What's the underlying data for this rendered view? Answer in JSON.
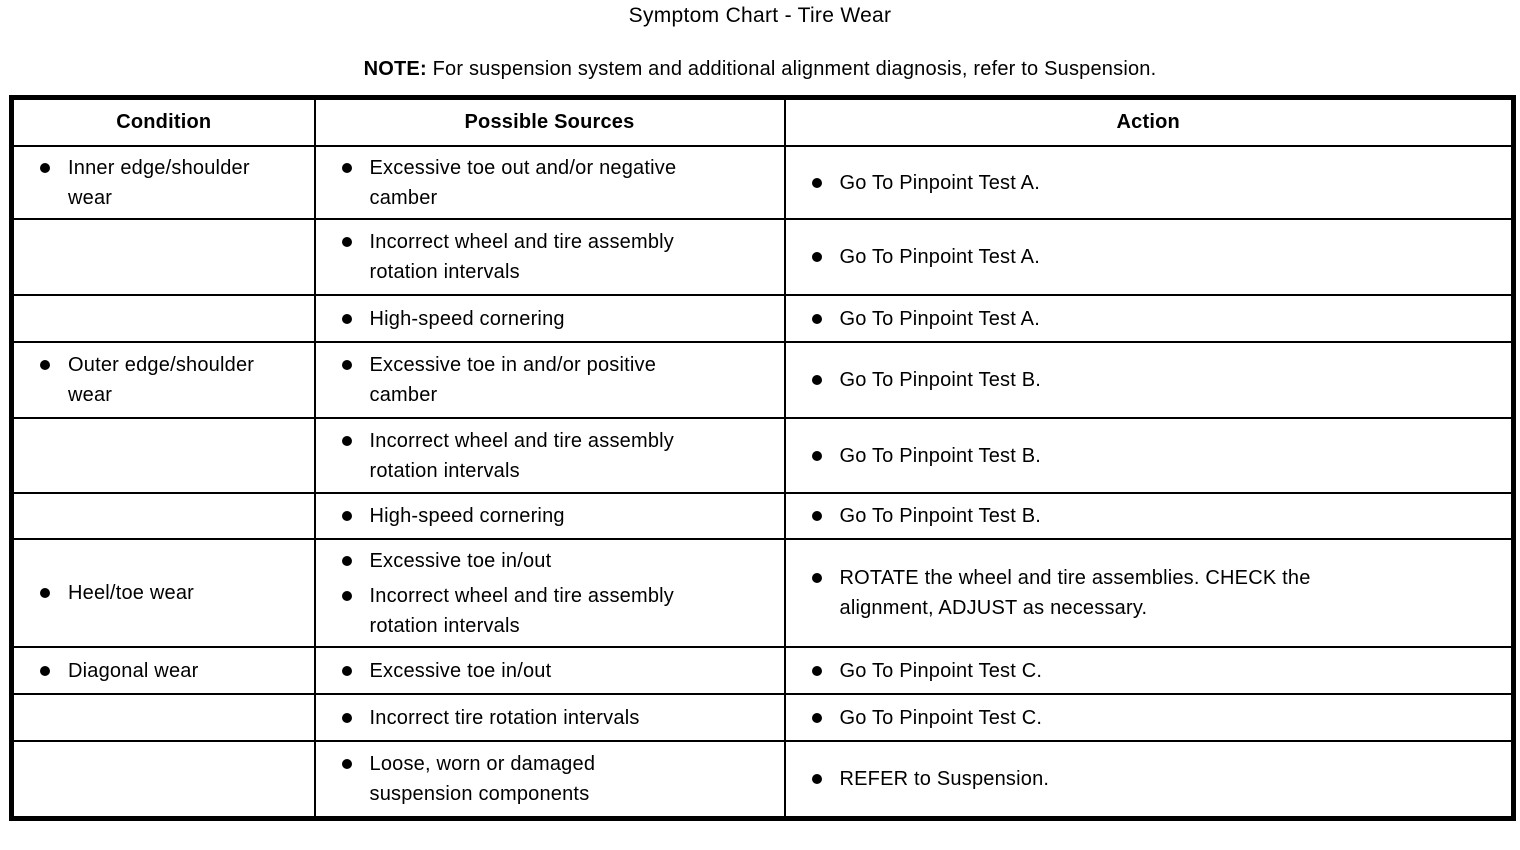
{
  "page": {
    "title": "Symptom Chart - Tire Wear",
    "note_label": "NOTE:",
    "note_text": "For suspension system and additional alignment diagnosis, refer to Suspension."
  },
  "colors": {
    "text": "#000000",
    "background": "#ffffff",
    "border": "#000000"
  },
  "icons": {
    "bullet": "filled-circle"
  },
  "table": {
    "headers": [
      "Condition",
      "Possible Sources",
      "Action"
    ],
    "rows": [
      {
        "condition": [
          "Inner edge/shoulder wear"
        ],
        "sources": [
          "Excessive toe out and/or negative camber"
        ],
        "action": [
          "Go To Pinpoint Test A."
        ]
      },
      {
        "condition": [],
        "sources": [
          "Incorrect wheel and tire assembly rotation intervals"
        ],
        "action": [
          "Go To Pinpoint Test A."
        ]
      },
      {
        "condition": [],
        "sources": [
          "High-speed cornering"
        ],
        "action": [
          "Go To Pinpoint Test A."
        ]
      },
      {
        "condition": [
          "Outer edge/shoulder wear"
        ],
        "sources": [
          "Excessive toe in and/or positive camber"
        ],
        "action": [
          "Go To Pinpoint Test B."
        ]
      },
      {
        "condition": [],
        "sources": [
          "Incorrect wheel and tire assembly rotation intervals"
        ],
        "action": [
          "Go To Pinpoint Test B."
        ]
      },
      {
        "condition": [],
        "sources": [
          "High-speed cornering"
        ],
        "action": [
          "Go To Pinpoint Test B."
        ]
      },
      {
        "condition": [
          "Heel/toe wear"
        ],
        "sources": [
          "Excessive toe in/out",
          "Incorrect wheel and tire assembly rotation intervals"
        ],
        "action": [
          "ROTATE the wheel and tire assemblies. CHECK the alignment, ADJUST as necessary."
        ]
      },
      {
        "condition": [
          "Diagonal wear"
        ],
        "sources": [
          "Excessive toe in/out"
        ],
        "action": [
          "Go To Pinpoint Test C."
        ]
      },
      {
        "condition": [],
        "sources": [
          "Incorrect tire rotation intervals"
        ],
        "action": [
          "Go To Pinpoint Test C."
        ]
      },
      {
        "condition": [],
        "sources": [
          "Loose, worn or damaged suspension components"
        ],
        "action": [
          "REFER to Suspension."
        ]
      }
    ]
  }
}
